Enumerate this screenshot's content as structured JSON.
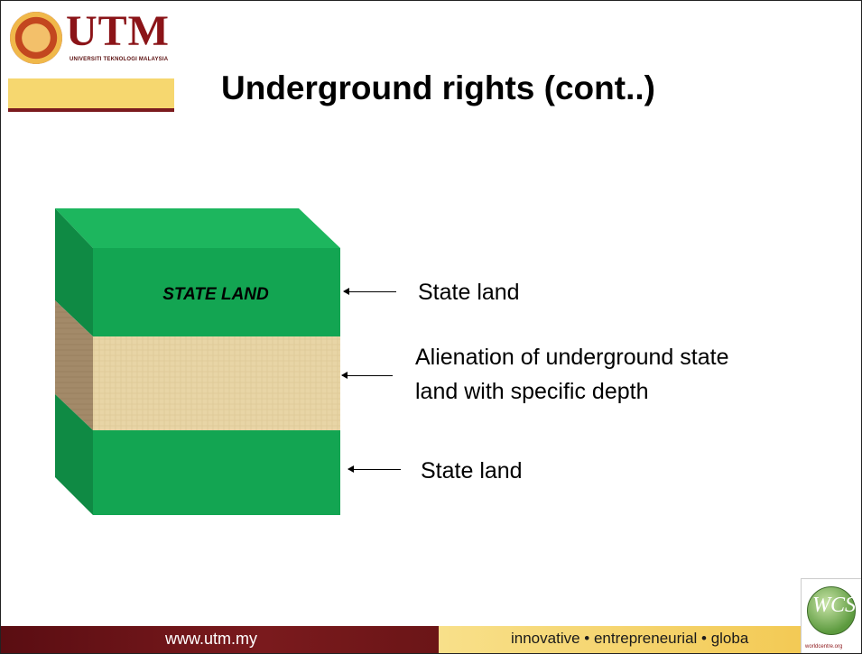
{
  "header": {
    "logo_text": "UTM",
    "logo_subtext": "UNIVERSITI TEKNOLOGI MALAYSIA",
    "title": "Underground rights (cont..)"
  },
  "diagram": {
    "layer_top_label": "STATE LAND",
    "layers": [
      {
        "name": "state-land-top",
        "color": "#13a552"
      },
      {
        "name": "alienated-underground",
        "color": "#e8d5a6"
      },
      {
        "name": "state-land-bottom",
        "color": "#13a552"
      }
    ]
  },
  "labels": {
    "top": "State land",
    "middle_line1": "Alienation of underground state",
    "middle_line2": "land with specific depth",
    "bottom": "State land"
  },
  "footer": {
    "url": "www.utm.my",
    "tagline": "innovative • entrepreneurial • globa",
    "badge_text": "WCS",
    "badge_url": "worldcentre.org"
  },
  "colors": {
    "brand_maroon": "#7b1b1e",
    "brand_gold": "#f6d76f",
    "land_green": "#13a552",
    "soil_tan": "#e8d5a6"
  }
}
